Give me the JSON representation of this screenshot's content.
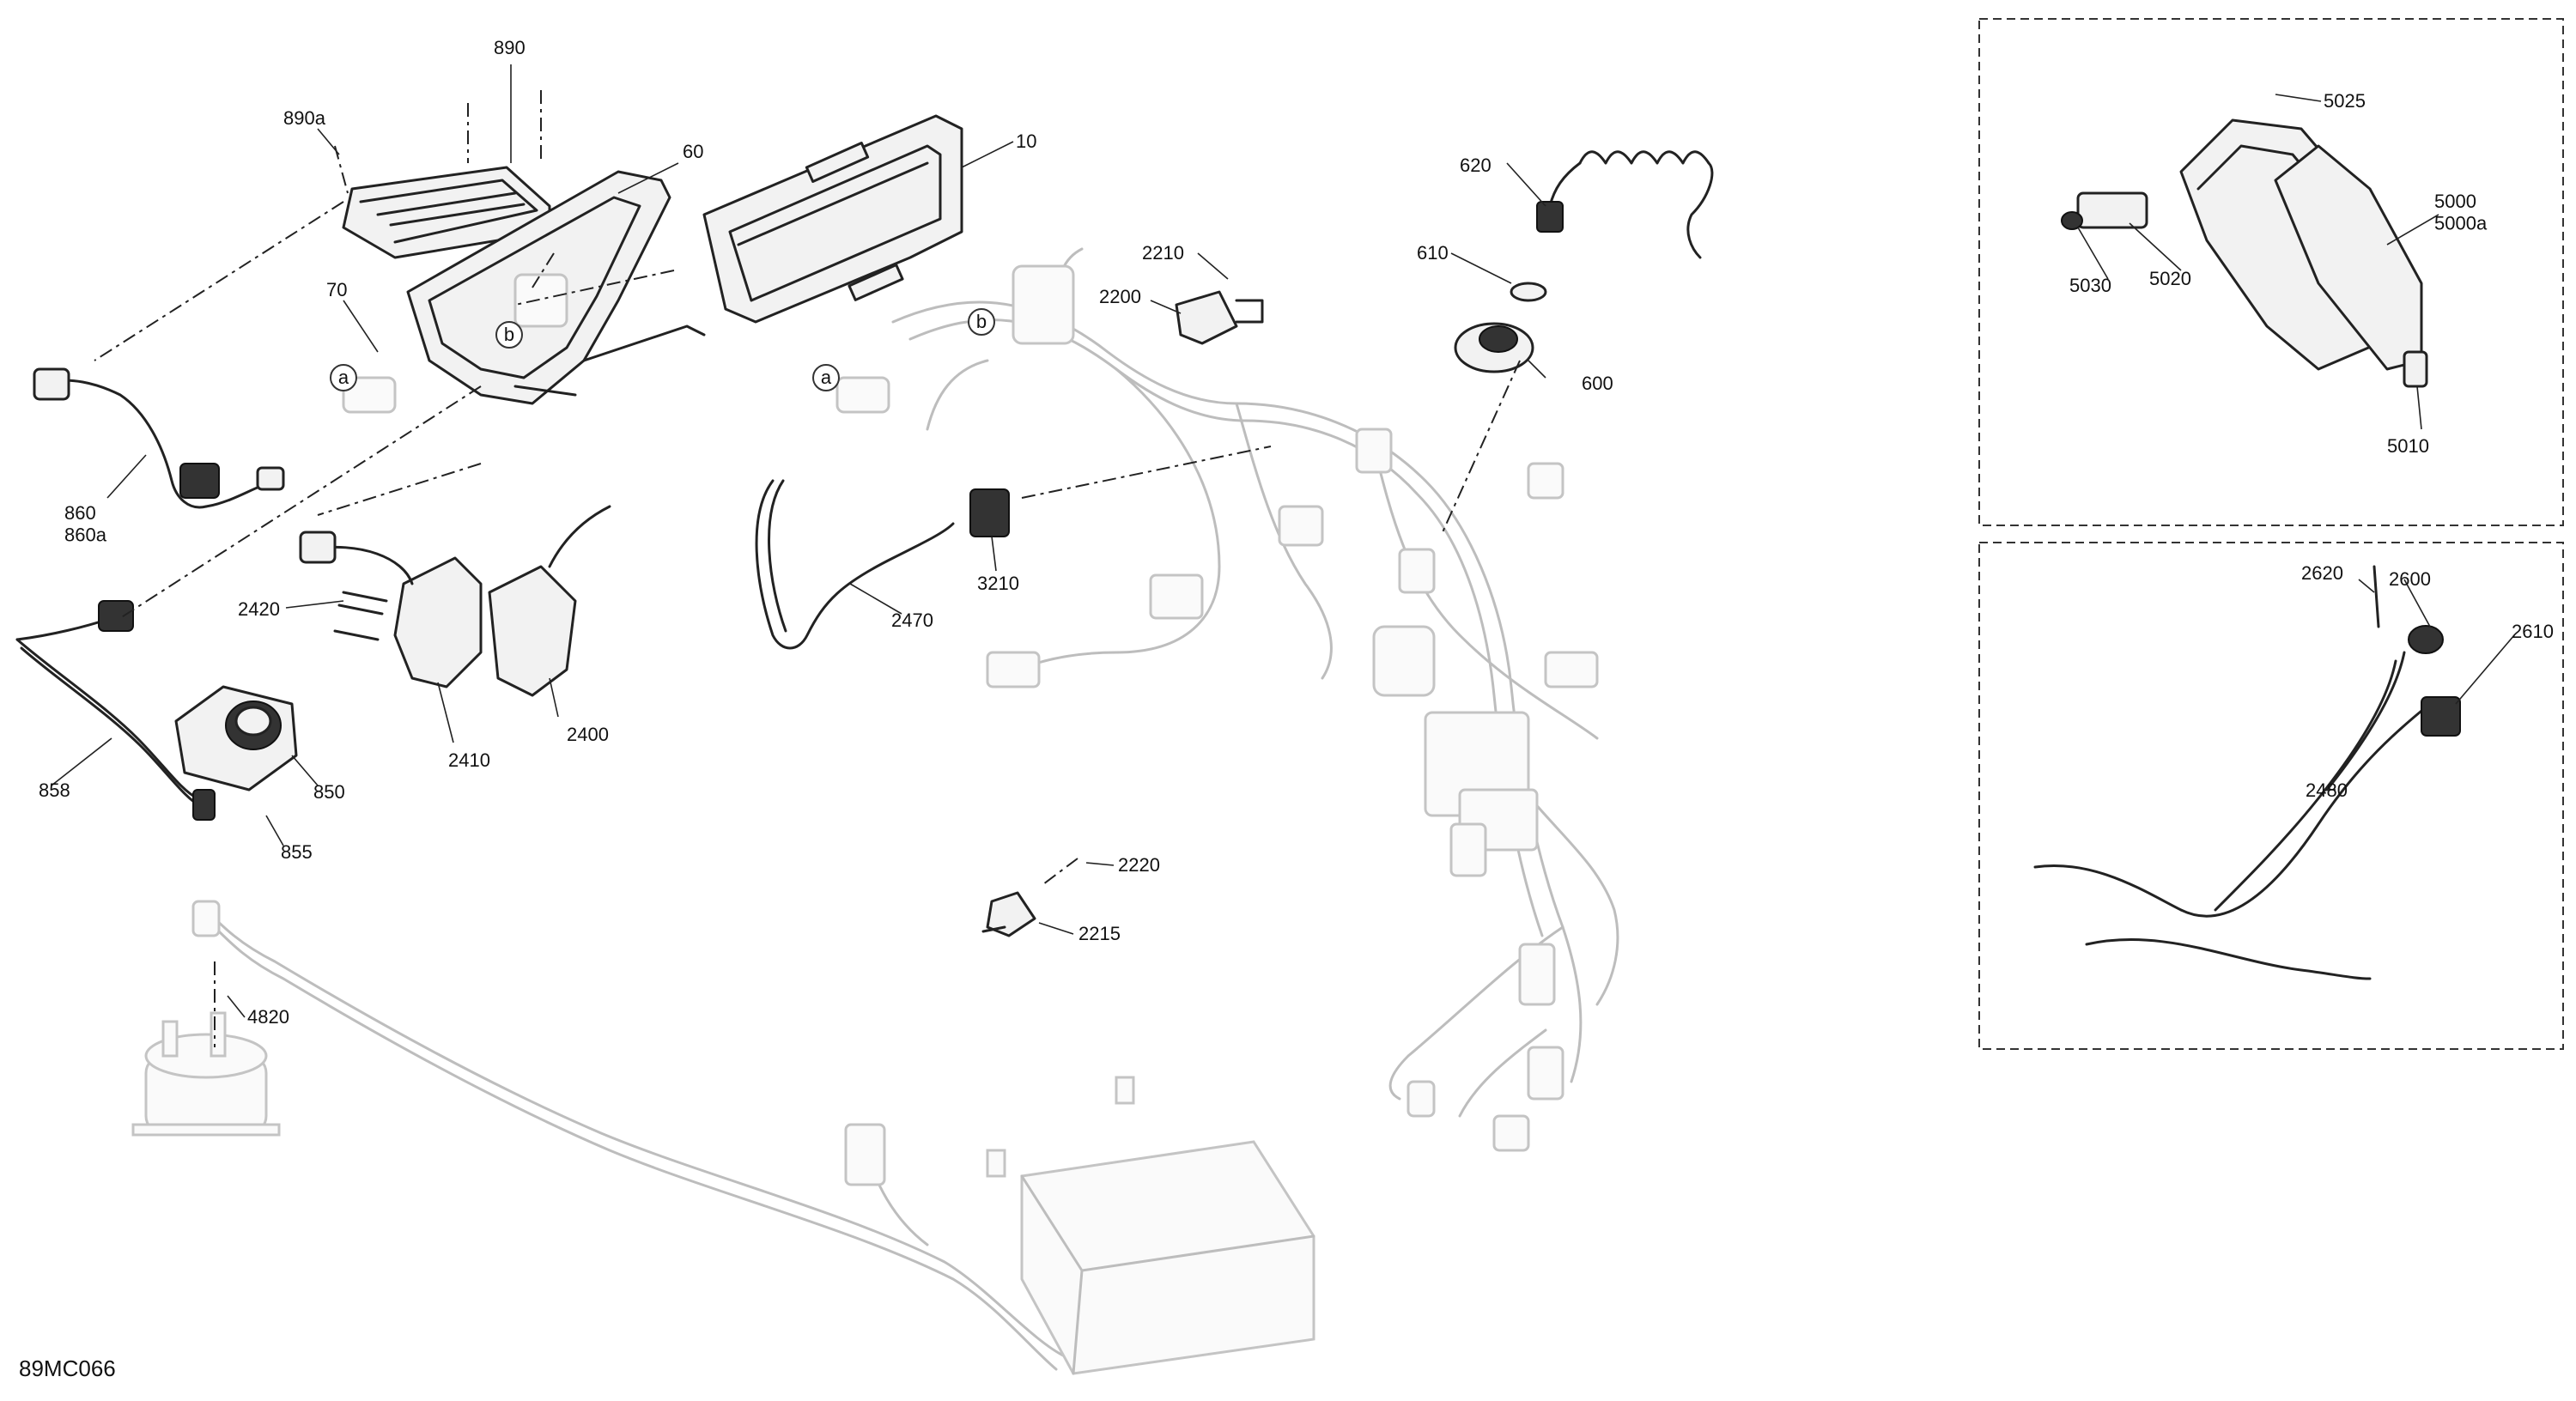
{
  "diagram_code": "89MC066",
  "reference_callouts": [
    "a",
    "b"
  ],
  "parts": [
    {
      "id": "p10",
      "label": "10"
    },
    {
      "id": "p60",
      "label": "60"
    },
    {
      "id": "p70",
      "label": "70"
    },
    {
      "id": "p890",
      "label": "890"
    },
    {
      "id": "p890a",
      "label": "890a"
    },
    {
      "id": "p860",
      "label": "860\n860a"
    },
    {
      "id": "p858",
      "label": "858"
    },
    {
      "id": "p850",
      "label": "850"
    },
    {
      "id": "p855",
      "label": "855"
    },
    {
      "id": "p2420",
      "label": "2420"
    },
    {
      "id": "p2410",
      "label": "2410"
    },
    {
      "id": "p2400",
      "label": "2400"
    },
    {
      "id": "p2470",
      "label": "2470"
    },
    {
      "id": "p3210",
      "label": "3210"
    },
    {
      "id": "p2210",
      "label": "2210"
    },
    {
      "id": "p2200",
      "label": "2200"
    },
    {
      "id": "p620",
      "label": "620"
    },
    {
      "id": "p610",
      "label": "610"
    },
    {
      "id": "p600",
      "label": "600"
    },
    {
      "id": "p2220",
      "label": "2220"
    },
    {
      "id": "p2215",
      "label": "2215"
    },
    {
      "id": "p4820",
      "label": "4820"
    },
    {
      "id": "p5025",
      "label": "5025"
    },
    {
      "id": "p5000",
      "label": "5000\n5000a"
    },
    {
      "id": "p5030",
      "label": "5030"
    },
    {
      "id": "p5020",
      "label": "5020"
    },
    {
      "id": "p5010",
      "label": "5010"
    },
    {
      "id": "p2620",
      "label": "2620"
    },
    {
      "id": "p2600",
      "label": "2600"
    },
    {
      "id": "p2610",
      "label": "2610"
    },
    {
      "id": "p2480",
      "label": "2480"
    }
  ]
}
